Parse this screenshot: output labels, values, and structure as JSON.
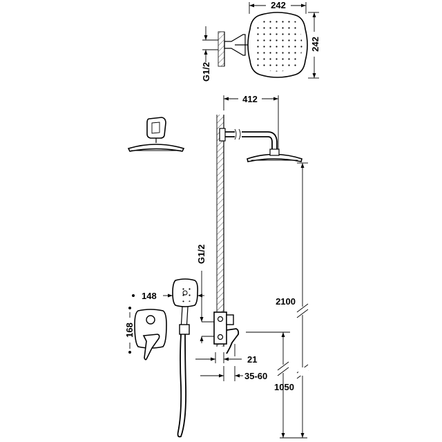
{
  "dimensions": {
    "showerhead_width": "242",
    "showerhead_height": "242",
    "top_connection": "G1/2",
    "arm_length": "412",
    "showerhead_height_from_floor": "2100",
    "handshower_head_width": "148",
    "middle_connection": "G1/2",
    "plate_height": "168",
    "valve_offset": "21",
    "wall_depth_range": "35-60",
    "valve_height_from_floor": "1050"
  }
}
